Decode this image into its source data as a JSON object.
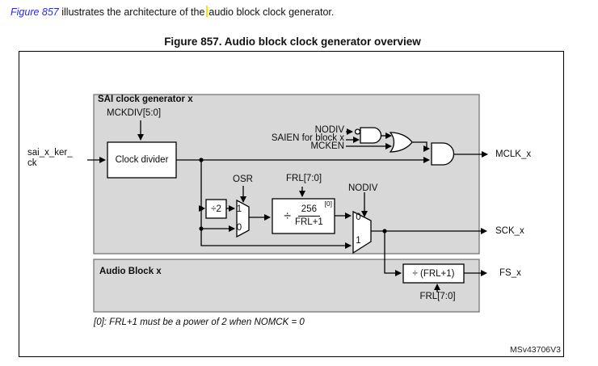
{
  "page": {
    "intro_link": "Figure 857",
    "intro_rest": " illustrates the architecture of the",
    "intro_after_caret": "audio block clock generator.",
    "figure_title": "Figure 857. Audio block clock generator overview",
    "footnote": "[0]: FRL+1 must be a power of 2 when NOMCK = 0",
    "watermark": "MSv43706V3"
  },
  "diagram": {
    "sai_box_title": "SAI clock generator x",
    "audio_box_title": "Audio Block x",
    "input_label_line1": "sai_x_ker_",
    "input_label_line2": "ck",
    "mckdiv_label": "MCKDIV[5:0]",
    "clock_divider_label": "Clock divider",
    "nodiv_gate_label": "NODIV",
    "saien_label": "SAIEN for block x",
    "mcken_label": "MCKEN",
    "mclk_label": "MCLK_x",
    "osr_label": "OSR",
    "frl_top_label": "FRL[7:0]",
    "nodiv_mux_label": "NODIV",
    "div2_label": "÷2",
    "divider_sign": "÷",
    "divider_numerator": "256",
    "divider_denominator": "FRL+1",
    "divider_superscript": "[0]",
    "osr_mux_in1": "1",
    "osr_mux_in0": "0",
    "nodiv_mux_in0": "0",
    "nodiv_mux_in1": "1",
    "sck_label": "SCK_x",
    "fs_divider_label": "÷ (FRL+1)",
    "fs_label": "FS_x",
    "frl_bottom_label": "FRL[7:0]"
  },
  "colors": {
    "link_blue": "#2b2bf0",
    "caret_yellow": "#ffdf00",
    "section_gray": "#d8d8d8",
    "section_border": "#6e6e6e",
    "line_black": "#000000"
  }
}
